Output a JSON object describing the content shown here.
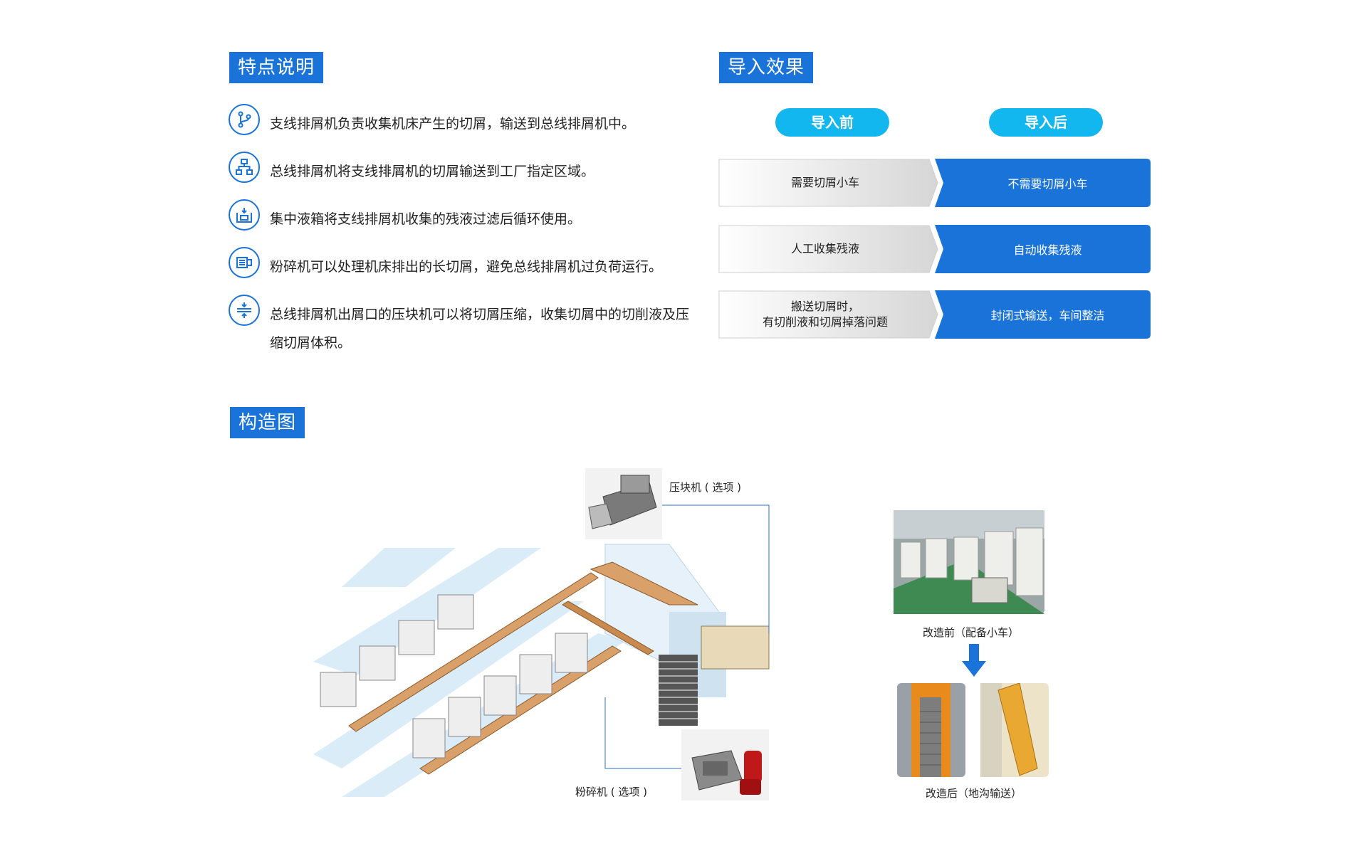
{
  "features_section": {
    "title": "特点说明",
    "items": [
      {
        "icon": "branch-icon",
        "text": "支线排屑机负责收集机床产生的切屑，输送到总线排屑机中。"
      },
      {
        "icon": "hierarchy-icon",
        "text": "总线排屑机将支线排屑机的切屑输送到工厂指定区域。"
      },
      {
        "icon": "tank-icon",
        "text": "集中液箱将支线排屑机收集的残液过滤后循环使用。"
      },
      {
        "icon": "crusher-icon",
        "text": "粉碎机可以处理机床排出的长切屑，避免总线排屑机过负荷运行。"
      },
      {
        "icon": "compress-icon",
        "text": "总线排屑机出屑口的压块机可以将切屑压缩，收集切屑中的切削液及压缩切屑体积。"
      }
    ]
  },
  "effect_section": {
    "title": "导入效果",
    "before_label": "导入前",
    "after_label": "导入后",
    "rows": [
      {
        "before": "需要切屑小车",
        "after": "不需要切屑小车"
      },
      {
        "before_line1": "人工收集残液",
        "after": "自动收集残液"
      },
      {
        "before_line1": "搬送切屑时，",
        "before_line2": "有切削液和切屑掉落问题",
        "after": "封闭式输送，车间整洁"
      }
    ]
  },
  "structure_section": {
    "title": "构造图",
    "press_label": "压块机 ( 选项 )",
    "crusher_label": "粉碎机 ( 选项 )",
    "before_caption": "改造前（配备小车）",
    "after_caption": "改造后（地沟输送）"
  },
  "colors": {
    "accent": "#1a73d9",
    "pill": "#11b7ee",
    "before_gray": "#e4e4e4"
  }
}
